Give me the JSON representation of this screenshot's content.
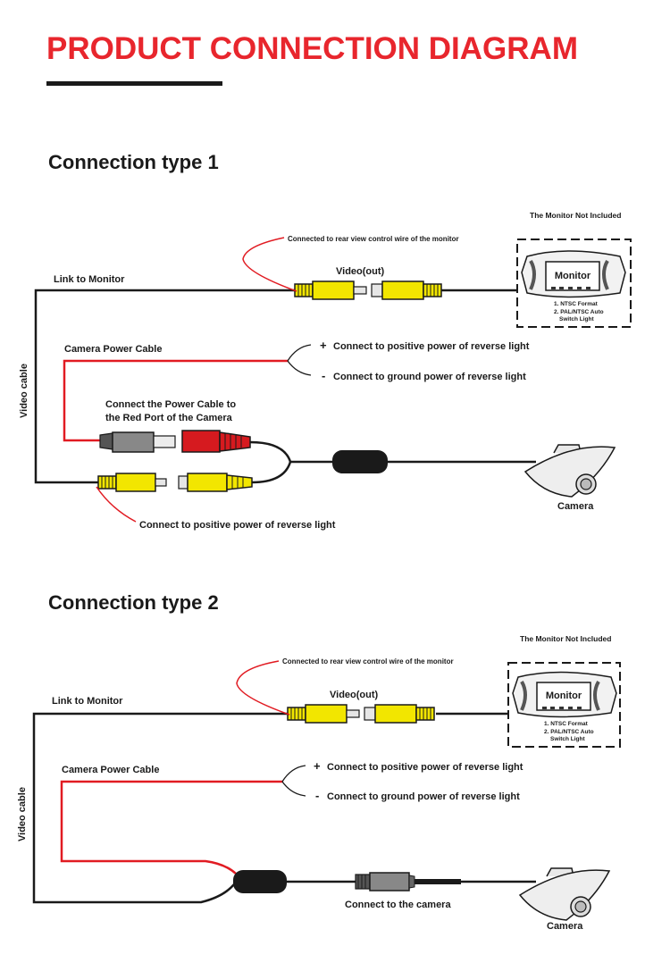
{
  "title": "PRODUCT CONNECTION DIAGRAM",
  "colors": {
    "title": "#e8262d",
    "wire_red": "#e11b22",
    "rca_yellow": "#f2e600",
    "plug_red": "#d61a1f"
  },
  "type1": {
    "heading": "Connection type 1",
    "monitor_not_included": "The Monitor Not Included",
    "monitor_label": "Monitor",
    "note1": "1. NTSC Format",
    "note2a": "2. PAL/NTSC Auto",
    "note2b": "Switch Light",
    "connected_monitor": "Connected to rear view control wire of the monitor",
    "video_out": "Video(out)",
    "link_monitor": "Link to Monitor",
    "camera_power_cable": "Camera Power Cable",
    "plus": "+",
    "minus": "-",
    "positive": "Connect to positive power of reverse light",
    "ground": "Connect to ground power of reverse light",
    "power_to_red_1": "Connect the Power Cable to",
    "power_to_red_2": "the Red Port of the Camera",
    "video_cable": "Video cable",
    "camera": "Camera",
    "bottom_note": "Connect to positive power of reverse light"
  },
  "type2": {
    "heading": "Connection type 2",
    "monitor_not_included": "The Monitor Not Included",
    "monitor_label": "Monitor",
    "note1": "1. NTSC Format",
    "note2a": "2. PAL/NTSC Auto",
    "note2b": "Switch Light",
    "connected_monitor": "Connected to rear view control wire of the monitor",
    "video_out": "Video(out)",
    "link_monitor": "Link to Monitor",
    "camera_power_cable": "Camera Power Cable",
    "plus": "+",
    "minus": "-",
    "positive": "Connect to positive power of reverse light",
    "ground": "Connect to ground power of reverse light",
    "video_cable": "Video cable",
    "connect_camera": "Connect to the camera",
    "camera": "Camera"
  }
}
